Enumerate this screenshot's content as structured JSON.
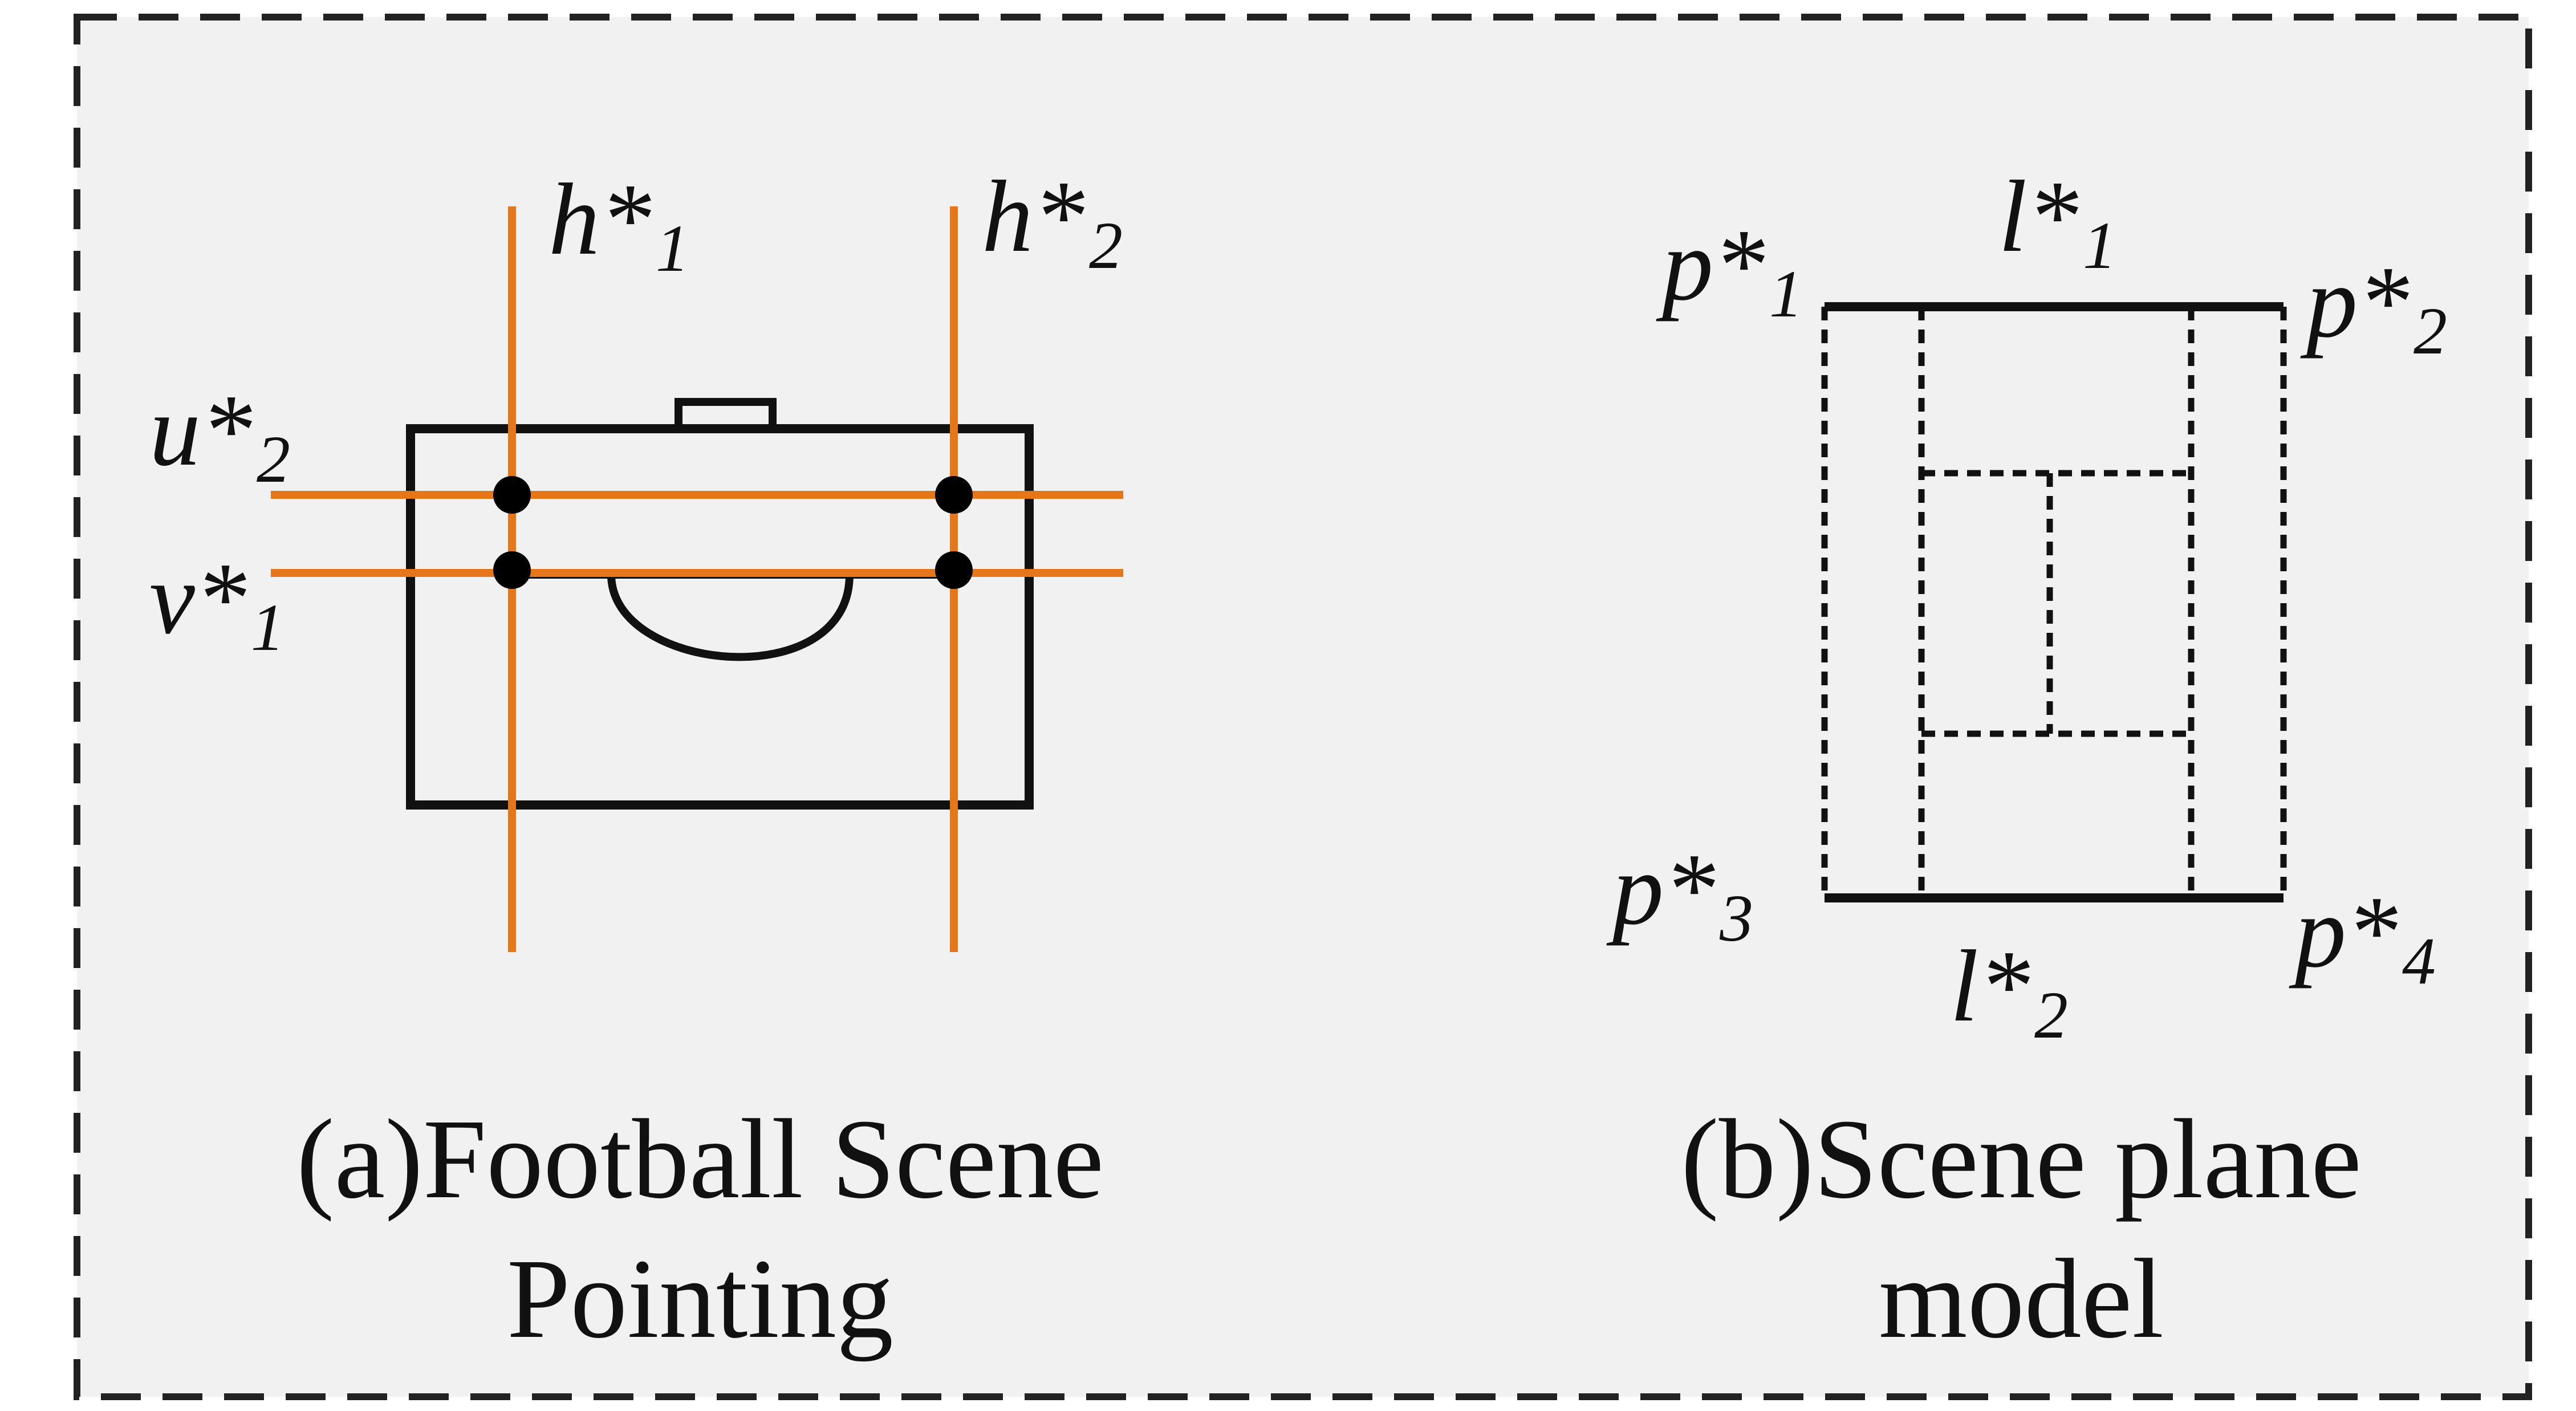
{
  "colors": {
    "background": "#f1f1f1",
    "frame": "#222222",
    "outline": "#111111",
    "projection_line": "#e6761a",
    "intersection_point": "#000000"
  },
  "panel_a": {
    "labels": {
      "h1": {
        "base": "h*",
        "sub": "1"
      },
      "h2": {
        "base": "h*",
        "sub": "2"
      },
      "u2": {
        "base": "u*",
        "sub": "2"
      },
      "v1": {
        "base": "v*",
        "sub": "1"
      }
    },
    "caption_line1": "(a)Football Scene",
    "caption_line2": "Pointing"
  },
  "panel_b": {
    "labels": {
      "p1": {
        "base": "p*",
        "sub": "1"
      },
      "p2": {
        "base": "p*",
        "sub": "2"
      },
      "p3": {
        "base": "p*",
        "sub": "3"
      },
      "p4": {
        "base": "p*",
        "sub": "4"
      },
      "l1": {
        "base": "l*",
        "sub": "1"
      },
      "l2": {
        "base": "l*",
        "sub": "2"
      }
    },
    "caption_line1": "(b)Scene plane",
    "caption_line2": "model"
  }
}
